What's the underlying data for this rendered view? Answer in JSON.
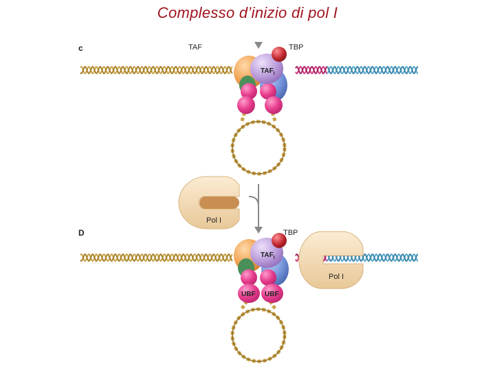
{
  "title": "Complesso d’inizio di pol I",
  "panel_c": {
    "letter": "c",
    "taf_label": "TAF",
    "tbp_label": "TBP",
    "taf1_label": "TAF",
    "taf1_sub": "I"
  },
  "panel_d": {
    "letter": "D",
    "tbp_label": "TBP",
    "taf1_label": "TAF",
    "taf1_sub": "I",
    "ubf_left": "UBF",
    "ubf_right": "UBF",
    "pol_bound_label": "Pol I"
  },
  "free_pol_label": "Pol I",
  "colors": {
    "title": "#a0151f",
    "dna_upstream": "#c9a34a",
    "dna_core": "#d23c86",
    "dna_downstream": "#59a9cc",
    "ubf": "#e63b8c",
    "taf1": "#b99ad8",
    "tbp": "#c0282f",
    "taf_orange": "#f0a050",
    "blue_protein": "#6f8fd6",
    "pol_i": "#f3d9b0"
  },
  "icons": [
    "down-arrow-icon",
    "curved-arrow-icon"
  ]
}
